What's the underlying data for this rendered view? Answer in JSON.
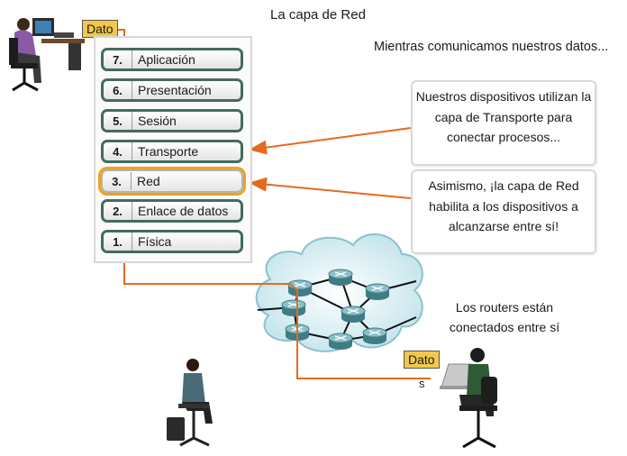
{
  "title": "La capa de Red",
  "subtitle": "Mientras comunicamos nuestros datos...",
  "osi_layers": [
    {
      "num": "7.",
      "name": "Aplicación",
      "active": false
    },
    {
      "num": "6.",
      "name": "Presentación",
      "active": false
    },
    {
      "num": "5.",
      "name": "Sesión",
      "active": false
    },
    {
      "num": "4.",
      "name": "Transporte",
      "active": false
    },
    {
      "num": "3.",
      "name": "Red",
      "active": true
    },
    {
      "num": "2.",
      "name": "Enlace de datos",
      "active": false
    },
    {
      "num": "1.",
      "name": "Física",
      "active": false
    }
  ],
  "data_tag": {
    "main": "Dato",
    "tail": "s"
  },
  "callouts": [
    "Nuestros dispositivos utilizan la capa de Transporte para conectar procesos...",
    "Asimismo, ¡la capa de Red habilita a los dispositivos a alcanzarse entre sí!"
  ],
  "routers_label": "Los routers están conectados entre sí",
  "colors": {
    "path": "#e46b1e",
    "active_layer": "#f0a21c",
    "layer_border": "#456a60",
    "data_tag": "#f2c84c",
    "router": "#5c9aa2",
    "cloud": "#c2e4ec"
  }
}
